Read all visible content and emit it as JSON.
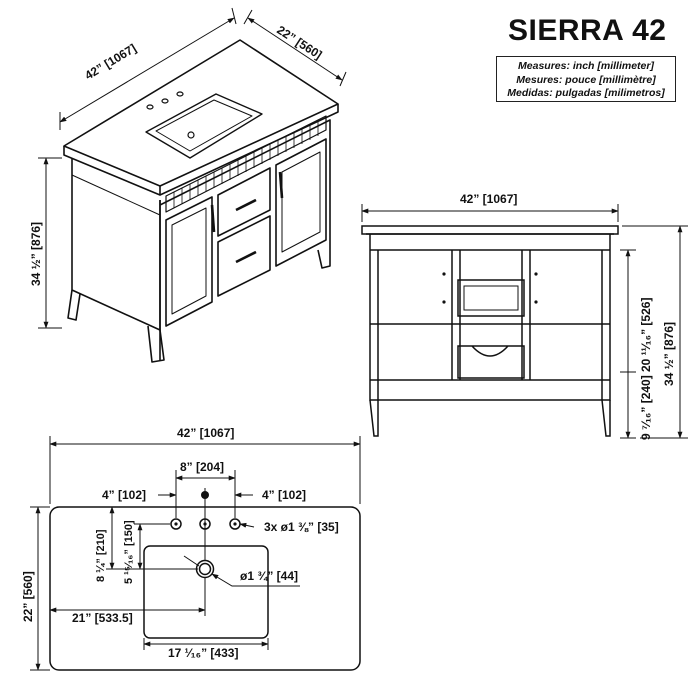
{
  "title": "SIERRA 42",
  "units": [
    "Measures: inch [millimeter]",
    "Mesures: pouce [millimètre]",
    "Medidas: pulgadas [milimetros]"
  ],
  "iso": {
    "width": "42” [1067]",
    "depth": "22” [560]",
    "height": "34 ½” [876]"
  },
  "front": {
    "width": "42” [1067]",
    "height_total": "34 ½” [876]",
    "height_upper": "20 ¹¹⁄₁₆” [526]",
    "height_lower": "9 ⁷⁄₁₆” [240]"
  },
  "top": {
    "width": "42” [1067]",
    "depth": "22” [560]",
    "spread": "8” [204]",
    "left_offset": "4” [102]",
    "right_offset": "4” [102]",
    "holes": "3x ø1 ⅜” [35]",
    "drain_y": "8 ¼” [210]",
    "drain_y2": "5 ¹⁵⁄₁₆” [150]",
    "drain_dia": "ø1 ¾” [44]",
    "drain_x": "21” [533.5]",
    "basin_w": "17 ¹⁄₁₆” [433]"
  }
}
